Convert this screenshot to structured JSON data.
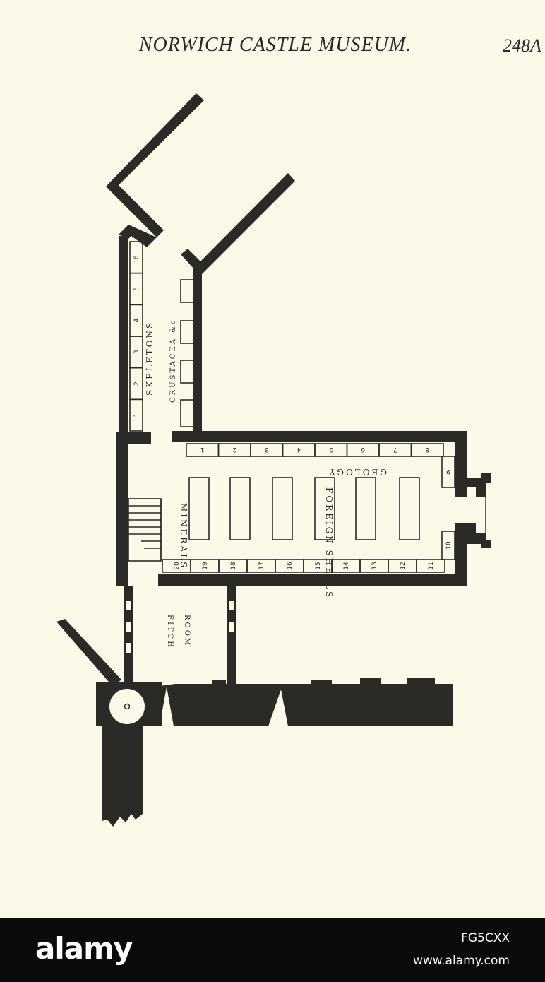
{
  "page": {
    "header_title": "NORWICH CASTLE MUSEUM.",
    "page_number": "248A"
  },
  "plan": {
    "labels": {
      "skeletons": "SKELETONS",
      "crustacea": "CRUSTACEA &c",
      "geology": "GEOLOGY",
      "minerals": "MINERALS",
      "foreign_shells": "FOREIGN SHELLS",
      "fitch_room_line1": "FITCH",
      "fitch_room_line2": "ROOM"
    },
    "skeleton_cases": [
      "1",
      "2",
      "3",
      "4",
      "5",
      "6"
    ],
    "top_wall_cases": [
      "1",
      "2",
      "3",
      "4",
      "5",
      "6",
      "7",
      "8"
    ],
    "end_cases": [
      "9",
      "10"
    ],
    "bottom_wall_cases": [
      "20",
      "19",
      "18",
      "17",
      "16",
      "15",
      "14",
      "13",
      "12",
      "11"
    ]
  },
  "footer": {
    "brand": "alamy",
    "image_id": "FG5CXX",
    "site": "www.alamy.com"
  }
}
